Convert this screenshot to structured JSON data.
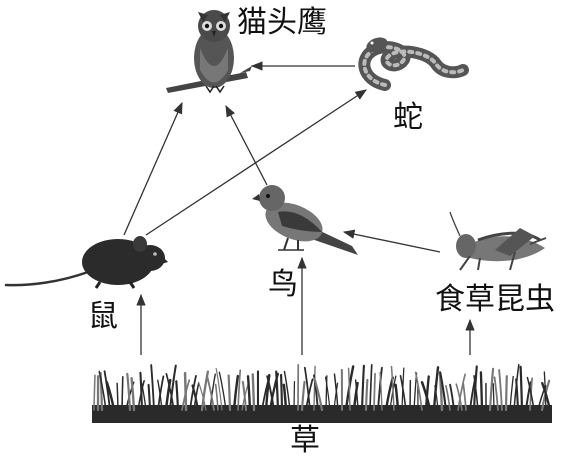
{
  "organisms": {
    "owl": "猫头鹰",
    "snake": "蛇",
    "mouse": "鼠",
    "bird": "鸟",
    "insect": "食草昆虫",
    "grass": "草"
  },
  "icons": {
    "owl": "owl-icon",
    "snake": "snake-icon",
    "mouse": "mouse-icon",
    "bird": "bird-icon",
    "insect": "grasshopper-icon",
    "grass": "grass-icon"
  },
  "food_chain_links": [
    [
      "草",
      "鼠"
    ],
    [
      "草",
      "鸟"
    ],
    [
      "草",
      "食草昆虫"
    ],
    [
      "食草昆虫",
      "鸟"
    ],
    [
      "鼠",
      "猫头鹰"
    ],
    [
      "鼠",
      "蛇"
    ],
    [
      "鸟",
      "猫头鹰"
    ],
    [
      "蛇",
      "猫头鹰"
    ]
  ],
  "colors": {
    "ink": "#111111",
    "arrow": "#333333",
    "grass": "#2a2a2a"
  }
}
